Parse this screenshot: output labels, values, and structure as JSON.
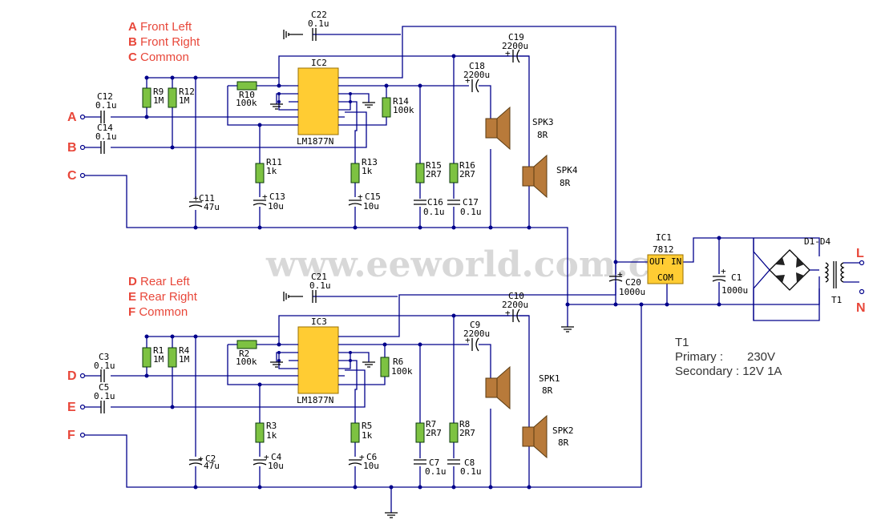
{
  "watermark": "www.eeworld.com.cn",
  "channel_legend_1": {
    "a": {
      "letter": "A",
      "text": " Front Left"
    },
    "b": {
      "letter": "B",
      "text": " Front Right"
    },
    "c": {
      "letter": "C",
      "text": " Common"
    }
  },
  "channel_legend_2": {
    "d": {
      "letter": "D",
      "text": " Rear Left"
    },
    "e": {
      "letter": "E",
      "text": " Rear Right"
    },
    "f": {
      "letter": "F",
      "text": " Common"
    }
  },
  "inputs": {
    "a": "A",
    "b": "B",
    "c": "C",
    "d": "D",
    "e": "E",
    "f": "F"
  },
  "output_terminals": {
    "l": "L",
    "n": "N"
  },
  "transformer_spec": {
    "name": "T1",
    "primary_label": "Primary :",
    "primary_value": "230V",
    "secondary_label": "Secondary : 12V 1A"
  },
  "components": {
    "ic2": {
      "ref": "IC2",
      "part": "LM1877N"
    },
    "ic3": {
      "ref": "IC3",
      "part": "LM1877N"
    },
    "ic1": {
      "ref": "IC1",
      "part": "7812",
      "pin_out": "OUT",
      "pin_in": "IN",
      "pin_com": "COM"
    },
    "d1d4": "D1-D4",
    "t1": "T1",
    "c22": {
      "ref": "C22",
      "val": "0.1u"
    },
    "c19": {
      "ref": "C19",
      "val": "2200u"
    },
    "c18": {
      "ref": "C18",
      "val": "2200u"
    },
    "c12": {
      "ref": "C12",
      "val": "0.1u"
    },
    "c14": {
      "ref": "C14",
      "val": "0.1u"
    },
    "r9": {
      "ref": "R9",
      "val": "1M"
    },
    "r12": {
      "ref": "R12",
      "val": "1M"
    },
    "r10": {
      "ref": "R10",
      "val": "100k"
    },
    "r14": {
      "ref": "R14",
      "val": "100k"
    },
    "r11": {
      "ref": "R11",
      "val": "1k"
    },
    "r13": {
      "ref": "R13",
      "val": "1k"
    },
    "r15": {
      "ref": "R15",
      "val": "2R7"
    },
    "r16": {
      "ref": "R16",
      "val": "2R7"
    },
    "c11": {
      "ref": "C11",
      "val": "47u"
    },
    "c13": {
      "ref": "C13",
      "val": "10u"
    },
    "c15": {
      "ref": "C15",
      "val": "10u"
    },
    "c16": {
      "ref": "C16",
      "val": "0.1u"
    },
    "c17": {
      "ref": "C17",
      "val": "0.1u"
    },
    "spk3": {
      "ref": "SPK3",
      "val": "8R"
    },
    "spk4": {
      "ref": "SPK4",
      "val": "8R"
    },
    "c20": {
      "ref": "C20",
      "val": "1000u"
    },
    "c1": {
      "ref": "C1",
      "val": "1000u"
    },
    "c21": {
      "ref": "C21",
      "val": "0.1u"
    },
    "c10": {
      "ref": "C10",
      "val": "2200u"
    },
    "c9": {
      "ref": "C9",
      "val": "2200u"
    },
    "c3": {
      "ref": "C3",
      "val": "0.1u"
    },
    "c5": {
      "ref": "C5",
      "val": "0.1u"
    },
    "r1": {
      "ref": "R1",
      "val": "1M"
    },
    "r4": {
      "ref": "R4",
      "val": "1M"
    },
    "r2": {
      "ref": "R2",
      "val": "100k"
    },
    "r6": {
      "ref": "R6",
      "val": "100k"
    },
    "r3": {
      "ref": "R3",
      "val": "1k"
    },
    "r5": {
      "ref": "R5",
      "val": "1k"
    },
    "r7": {
      "ref": "R7",
      "val": "2R7"
    },
    "r8": {
      "ref": "R8",
      "val": "2R7"
    },
    "c2": {
      "ref": "C2",
      "val": "47u"
    },
    "c4": {
      "ref": "C4",
      "val": "10u"
    },
    "c6": {
      "ref": "C6",
      "val": "10u"
    },
    "c7": {
      "ref": "C7",
      "val": "0.1u"
    },
    "c8": {
      "ref": "C8",
      "val": "0.1u"
    },
    "spk1": {
      "ref": "SPK1",
      "val": "8R"
    },
    "spk2": {
      "ref": "SPK2",
      "val": "8R"
    }
  },
  "colors": {
    "wire": "#00008b",
    "resistor": "#7dc242",
    "ic": "#ffcc33",
    "speaker": "#b87a3a",
    "legend": "#e8473a"
  }
}
